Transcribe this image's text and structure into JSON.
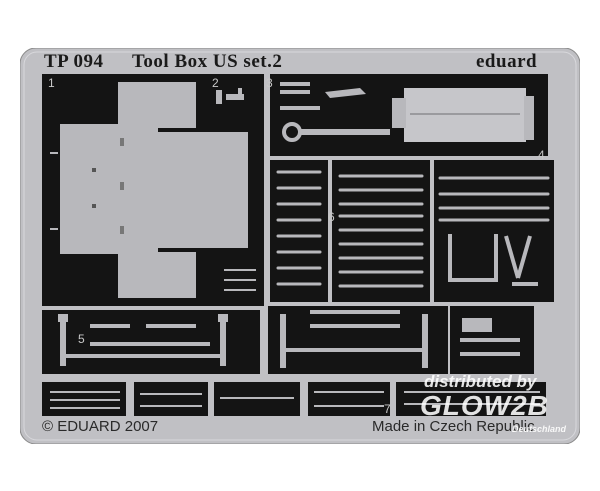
{
  "fret": {
    "code": "TP 094",
    "title": "Tool Box US set.2",
    "brand": "eduard",
    "copyright": "© EDUARD 2007",
    "origin": "Made in Czech Republic",
    "part_numbers": [
      "1",
      "2",
      "3",
      "4",
      "5",
      "6",
      "7"
    ]
  },
  "watermark": {
    "line1": "distributed by",
    "logo": "GLOW2B",
    "sub": "Deutschland"
  },
  "colors": {
    "metal": "#b8b8bc",
    "metal_light": "#d2d2d6",
    "etch": "#151515",
    "border": "#2a2a2a"
  }
}
